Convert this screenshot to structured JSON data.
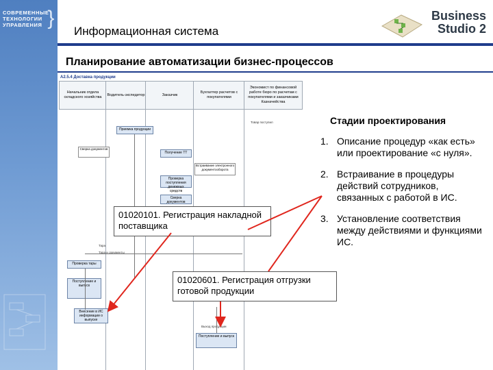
{
  "brand": {
    "line1": "СОВРЕМЕННЫЕ",
    "line2": "ТЕХНОЛОГИИ",
    "line3": "УПРАВЛЕНИЯ"
  },
  "logo": {
    "line1": "Business",
    "line2": "Studio 2"
  },
  "header": {
    "title": "Информационная система"
  },
  "subtitle": "Планирование автоматизации бизнес-процессов",
  "diagram": {
    "sheet_title": "А2.5.4 Доставка продукции",
    "lanes": [
      "Начальник отдела складского хозяйства",
      "Водитель-экспедитор",
      "Заказчик",
      "Бухгалтер расчетов с покупателями",
      "Экономист по финансовой работе бюро по расчетам с покупателями и заказчиками Казначейства"
    ],
    "boxes": [
      "Приемка продукции",
      "Получение ТТ",
      "Встраивание электронного документооборота",
      "Проверка поступления денежных средств",
      "Сверка документов",
      "Внесение в ИС информации о выпуске",
      "Поступление и выпуск",
      "Проверка тары"
    ],
    "events": [
      "Тара",
      "Тара и документы",
      "Товар поступил",
      "Выход продукции"
    ]
  },
  "callouts": {
    "first": "01020101. Регистрация накладной поставщика",
    "second": "01020601. Регистрация отгрузки готовой продукции"
  },
  "stages": {
    "title": "Стадии проектирования",
    "items": [
      {
        "num": "1.",
        "text": "Описание процедур «как есть» или проектирование «с нуля»."
      },
      {
        "num": "2.",
        "text": "Встраивание в процедуры действий сотрудников, связанных с работой в ИС."
      },
      {
        "num": "3.",
        "text": "Установление соответствия между действиями и функциями ИС."
      }
    ]
  },
  "colors": {
    "accent": "#1f3c8c",
    "arrow": "#e0261d",
    "sidebar": "#5b8bc9"
  }
}
